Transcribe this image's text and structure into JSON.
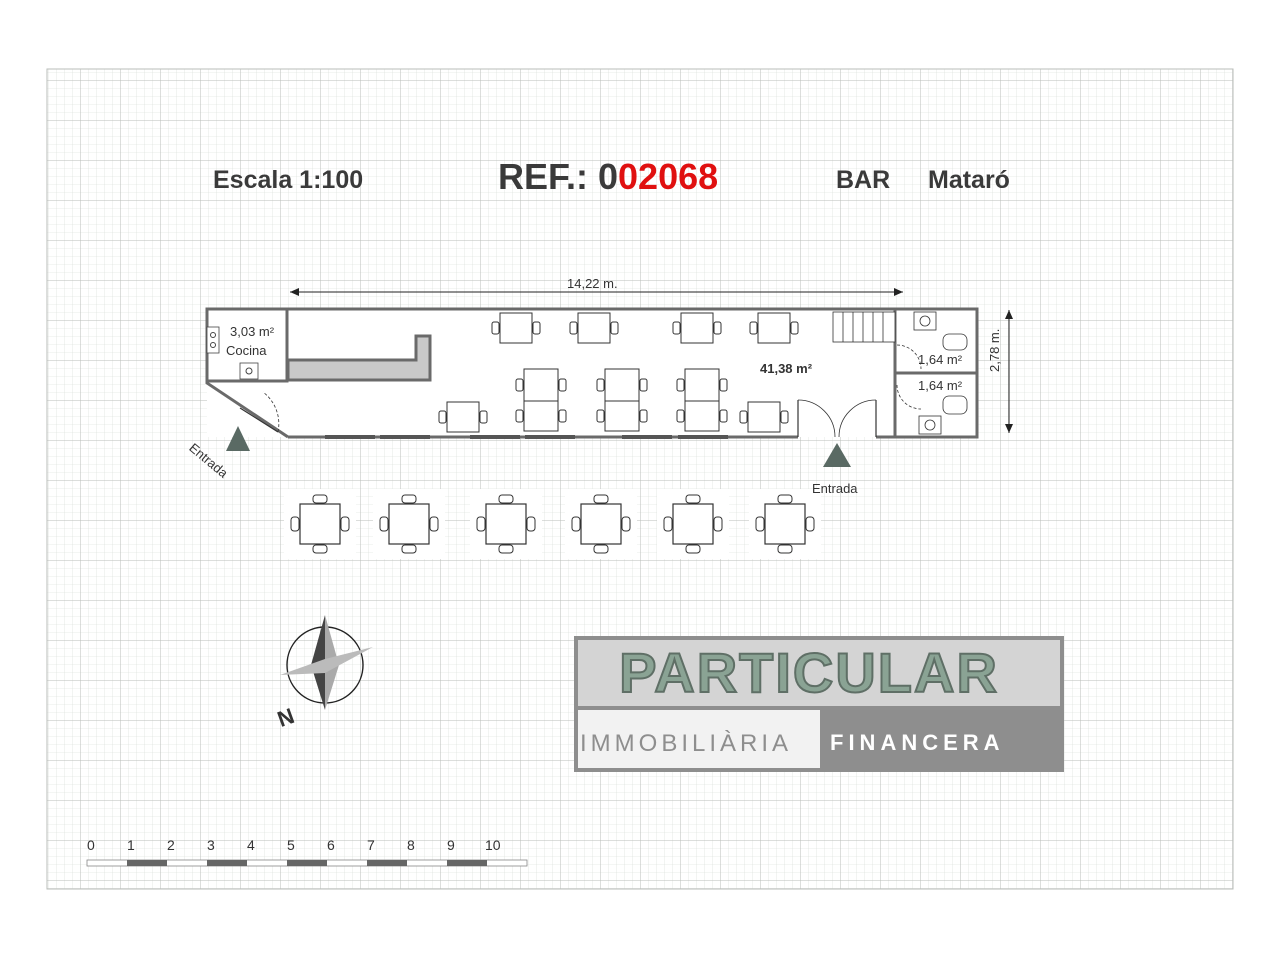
{
  "header": {
    "scale": "Escala 1:100",
    "ref_prefix": "REF.: 0",
    "ref_number": "02068",
    "type": "BAR",
    "city": "Mataró"
  },
  "plan": {
    "length_label": "14,22 m.",
    "width_label": "2,78 m.",
    "main_area": "41,38 m²",
    "kitchen_area": "3,03 m²",
    "kitchen_name": "Cocina",
    "wc1_area": "1,64 m²",
    "wc2_area": "1,64 m²",
    "entrance_left": "Entrada",
    "entrance_right": "Entrada"
  },
  "compass": {
    "north": "N"
  },
  "scale_bar": {
    "ticks": [
      "0",
      "1",
      "2",
      "3",
      "4",
      "5",
      "6",
      "7",
      "8",
      "9",
      "10"
    ]
  },
  "logo": {
    "name": "PARTICULAR",
    "left_word": "IMMOBILIÀRIA",
    "right_word": "FINANCERA"
  },
  "colors": {
    "ref_highlight": "#e01010",
    "wall": "#7a7a7a",
    "entrance_marker": "#5a6a64"
  }
}
